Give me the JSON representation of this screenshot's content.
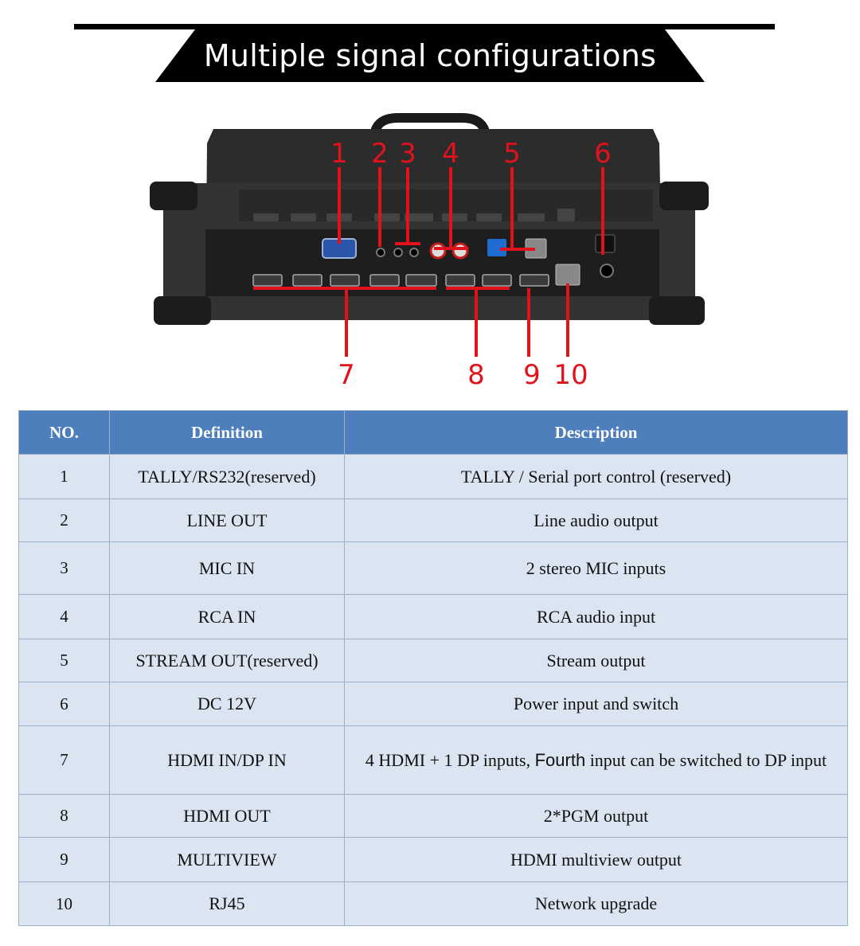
{
  "header": {
    "title": "Multiple signal configurations"
  },
  "callouts": [
    "1",
    "2",
    "3",
    "4",
    "5",
    "6",
    "7",
    "8",
    "9",
    "10"
  ],
  "table": {
    "headers": [
      "NO.",
      "Definition",
      "Description"
    ],
    "rows": [
      {
        "no": "1",
        "definition": "TALLY/RS232(reserved)",
        "description": "TALLY / Serial port control (reserved)"
      },
      {
        "no": "2",
        "definition": "LINE OUT",
        "description": "Line audio output"
      },
      {
        "no": "3",
        "definition": "MIC IN",
        "description": "2 stereo MIC inputs"
      },
      {
        "no": "4",
        "definition": "RCA IN",
        "description": "RCA audio input"
      },
      {
        "no": "5",
        "definition": "STREAM OUT(reserved)",
        "description": "Stream output"
      },
      {
        "no": "6",
        "definition": "DC 12V",
        "description": "Power input and switch"
      },
      {
        "no": "7",
        "definition": "HDMI IN/DP IN",
        "description_a": "4 HDMI + 1 DP inputs,",
        "description_b": "Fourth",
        "description_c": "input can be switched to DP input"
      },
      {
        "no": "8",
        "definition": "HDMI OUT",
        "description": "2*PGM output"
      },
      {
        "no": "9",
        "definition": "MULTIVIEW",
        "description": "HDMI multiview output"
      },
      {
        "no": "10",
        "definition": "RJ45",
        "description": "Network upgrade"
      }
    ]
  },
  "colors": {
    "header_bg": "#4e7fbc",
    "row_bg": "#dbe5f1",
    "callout": "#e0121c",
    "banner": "#000000"
  }
}
